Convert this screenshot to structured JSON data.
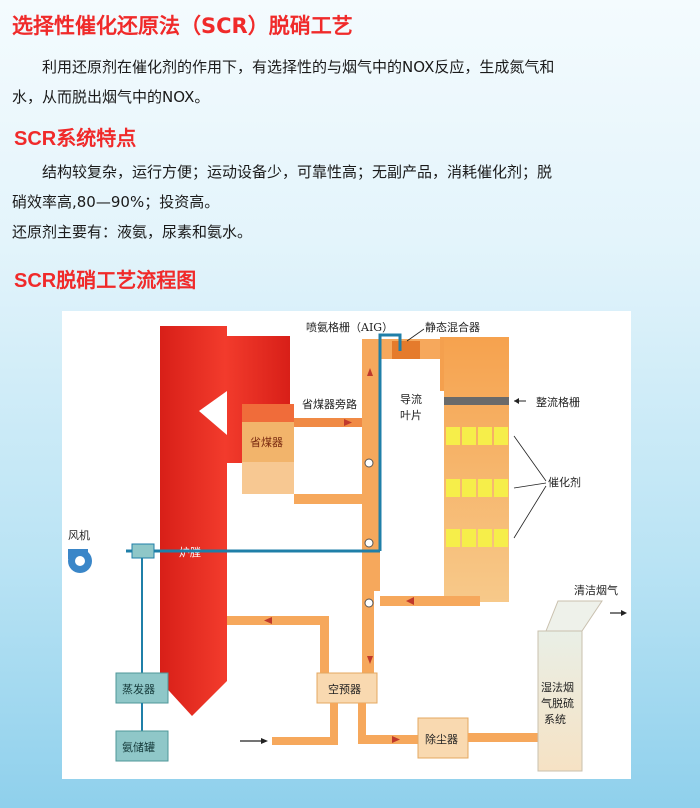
{
  "section1": {
    "title": "选择性催化还原法（SCR）脱硝工艺",
    "line1": "利用还原剂在催化剂的作用下，有选择性的与烟气中的NOX反应，生成氮气和",
    "line2": "水，从而脱出烟气中的NOX。"
  },
  "section2": {
    "title": "SCR系统特点",
    "line1": "结构较复杂，运行方便；运动设备少，可靠性高；无副产品，消耗催化剂；脱",
    "line2": "硝效率高,80—90%；投资高。",
    "line3": "还原剂主要有：液氨，尿素和氨水。"
  },
  "section3": {
    "title": "SCR脱硝工艺流程图"
  },
  "diagram": {
    "labels": {
      "aig": "喷氨格栅（AIG）",
      "static_mixer": "静态混合器",
      "rectifier_grid": "整流格栅",
      "guide_vane_1": "导流",
      "guide_vane_2": "叶片",
      "economizer_bypass": "省煤器旁路",
      "economizer": "省煤器",
      "catalyst": "催化剂",
      "fan": "风机",
      "boiler": "炉膛",
      "evaporator": "蒸发器",
      "ammonia_tank": "氨储罐",
      "air_preheater": "空预器",
      "dust_collector": "除尘器",
      "wet_fgd_1": "湿法烟",
      "wet_fgd_2": "气脱硫",
      "wet_fgd_3": "系统",
      "clean_flue_gas": "清洁烟气"
    },
    "colors": {
      "boiler": "#ee2a22",
      "duct": "#f4a65a",
      "ammonia_line": "#1f7fa8",
      "catalyst": "#f6ee4a",
      "equipment": "#f9d9b0",
      "teal_box": "#8fc7c8"
    }
  }
}
